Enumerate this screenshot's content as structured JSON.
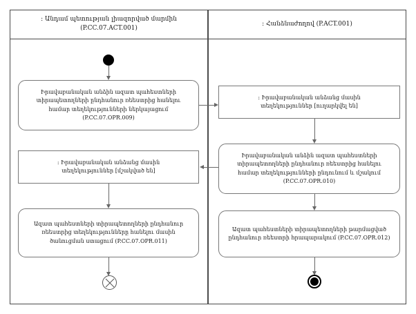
{
  "diagram": {
    "type": "uml-activity-diagram",
    "lanes": [
      {
        "id": "lane-left",
        "title_line1": ": Անդամ պետության լիազորված մարմին",
        "title_line2": "(P.CC.07.ACT.001)"
      },
      {
        "id": "lane-right",
        "title_line1": ": Հանձնաժողով (P.ACT.001)",
        "title_line2": ""
      }
    ],
    "nodes": {
      "left_action_1": {
        "kind": "action",
        "line1": "Իրավաբանական անձին ազատ պահեստների",
        "line2": "տիրապետողների ընդհանուր ռեեստրից հանելու",
        "line3": "համար տեղեկությունների ներկայացում",
        "line4": "(P.CC.07.OPR.009)"
      },
      "left_object_1": {
        "kind": "object",
        "line1": ": Իրավաբանական անձանց մասին",
        "line2": "տեղեկություններ [մշակված են]"
      },
      "left_action_2": {
        "kind": "action",
        "line1": "Ազատ պահեստների տիրապետողների ընդհանուր",
        "line2": "ռեեստրից տեղեկությունները հանելու մասին",
        "line3": "ծանուցման ստացում (P.CC.07.OPR.011)"
      },
      "right_object_1": {
        "kind": "object",
        "line1": ": Իրավաբանական անձանց մասին",
        "line2": "տեղեկություններ [ուղարկվել են]"
      },
      "right_action_1": {
        "kind": "action",
        "line1": "Իրավաբանական անձին ազատ պահեստների",
        "line2": "տիրապետողների ընդհանուր ռեեստրից հանելու",
        "line3": "համար տեղեկությունների ընդունում և մշակում",
        "line4": "(P.CC.07.OPR.010)"
      },
      "right_action_2": {
        "kind": "action",
        "line1": "Ազատ պահեստների տիրապետողների թարմացված",
        "line2": "ընդհանուր ռեեստրի հրապարակում (P.CC.07.OPR.012)",
        "line3": "",
        "line4": ""
      }
    },
    "control_nodes": {
      "initial": "initial-node",
      "flow_final": "flow-final-node",
      "activity_final": "activity-final-node"
    },
    "colors": {
      "frame": "#4a4a4a",
      "node_border": "#777777",
      "edge": "#666666",
      "text": "#1a1a1a",
      "background": "#ffffff"
    }
  }
}
